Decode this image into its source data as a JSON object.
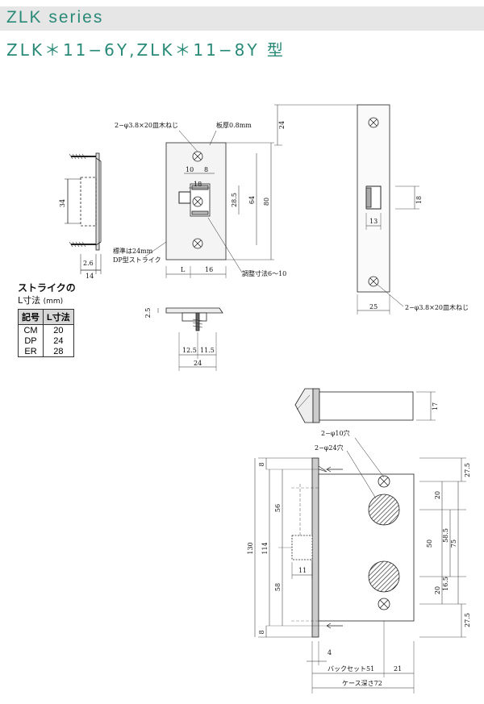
{
  "header": {
    "series": "ZLK series",
    "model": "ZLK＊11−6Y,ZLK＊11−8Y 型"
  },
  "strike_table": {
    "title": "ストライクの",
    "subtitle": "L寸法",
    "unit": "(mm)",
    "columns": [
      "記号",
      "L寸法"
    ],
    "rows": [
      {
        "code": "CM",
        "value": "20"
      },
      {
        "code": "DP",
        "value": "24"
      },
      {
        "code": "ER",
        "value": "28"
      }
    ]
  },
  "strike_drawing": {
    "screw_note": "2−φ3.8×20皿木ねじ",
    "thickness_note": "板厚0.8mm",
    "standard_note": "標準は24mm",
    "dp_note": "DP型ストライク",
    "adjust_note": "調整寸法6〜10",
    "dims": {
      "d10": "10",
      "d8": "8",
      "d18": "18",
      "d28_5": "28.5",
      "d64": "64",
      "d80": "80",
      "d34": "34",
      "d2_6": "2.6",
      "d14": "14",
      "dL": "L",
      "d16": "16",
      "d2_5": "2.5",
      "d12_5": "12.5",
      "d11_5": "11.5",
      "d24": "24"
    }
  },
  "front_drawing": {
    "screw_note": "2−φ3.8×20皿木ねじ",
    "dims": {
      "d24": "24",
      "d18": "18",
      "d13": "13",
      "d25": "25"
    }
  },
  "body_drawing": {
    "hole10_note": "2−φ10穴",
    "hole24_note": "2−φ24穴",
    "backset_label": "バックセット51",
    "case_depth_label": "ケース深さ72",
    "dims": {
      "d17": "17",
      "d8a": "8",
      "d8b": "8",
      "d130": "130",
      "d114": "114",
      "d56": "56",
      "d58": "58",
      "d11": "11",
      "d4": "4",
      "d21": "21",
      "d27_5a": "27.5",
      "d20a": "20",
      "d50": "50",
      "d58_5": "58.5",
      "d75": "75",
      "d16_5": "16.5",
      "d20b": "20",
      "d27_5b": "27.5"
    }
  }
}
